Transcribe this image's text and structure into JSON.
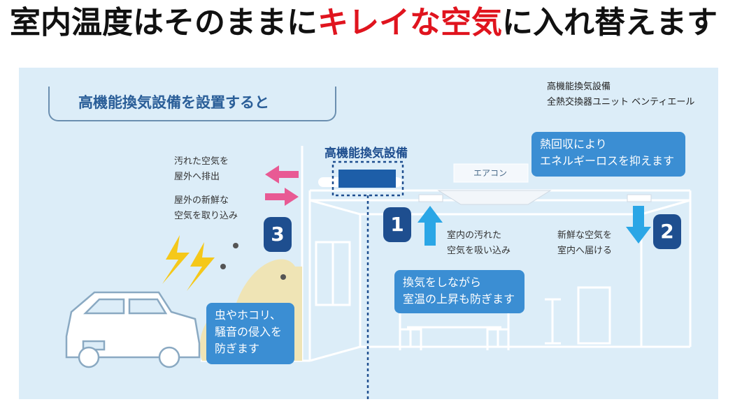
{
  "headline": {
    "part1": "室内温度はそのままに",
    "part2": "キレイな空気",
    "part3": "に入れ替えます"
  },
  "diagram": {
    "title": "高機能換気設備を設置すると",
    "product_line1": "高機能換気設備",
    "product_line2": "全熱交換器ユニット ベンティエール",
    "unit_label": "高機能換気設備",
    "aircon_label": "エアコン",
    "exhaust_line1": "汚れた空気を",
    "exhaust_line2": "屋外へ排出",
    "intake_line1": "屋外の新鮮な",
    "intake_line2": "空気を取り込み",
    "heat_line1": "熱回収により",
    "heat_line2": "エネルギーロスを抑えます",
    "badge1": "1",
    "badge2": "2",
    "badge3": "3",
    "dirty_line1": "室内の汚れた",
    "dirty_line2": "空気を吸い込み",
    "fresh_line1": "新鮮な空気を",
    "fresh_line2": "室内へ届ける",
    "vent_line1": "換気をしながら",
    "vent_line2": "室温の上昇も防ぎます",
    "bug_line1": "虫やホコリ、",
    "bug_line2": "騒音の侵入を",
    "bug_line3": "防ぎます"
  },
  "colors": {
    "accent_red": "#e0141e",
    "panel_bg": "#dcedf8",
    "callout_blue": "#3b8ed3",
    "badge_navy": "#1e4e8f",
    "arrow_pink": "#e85a94",
    "arrow_cyan": "#2aa6e6"
  }
}
